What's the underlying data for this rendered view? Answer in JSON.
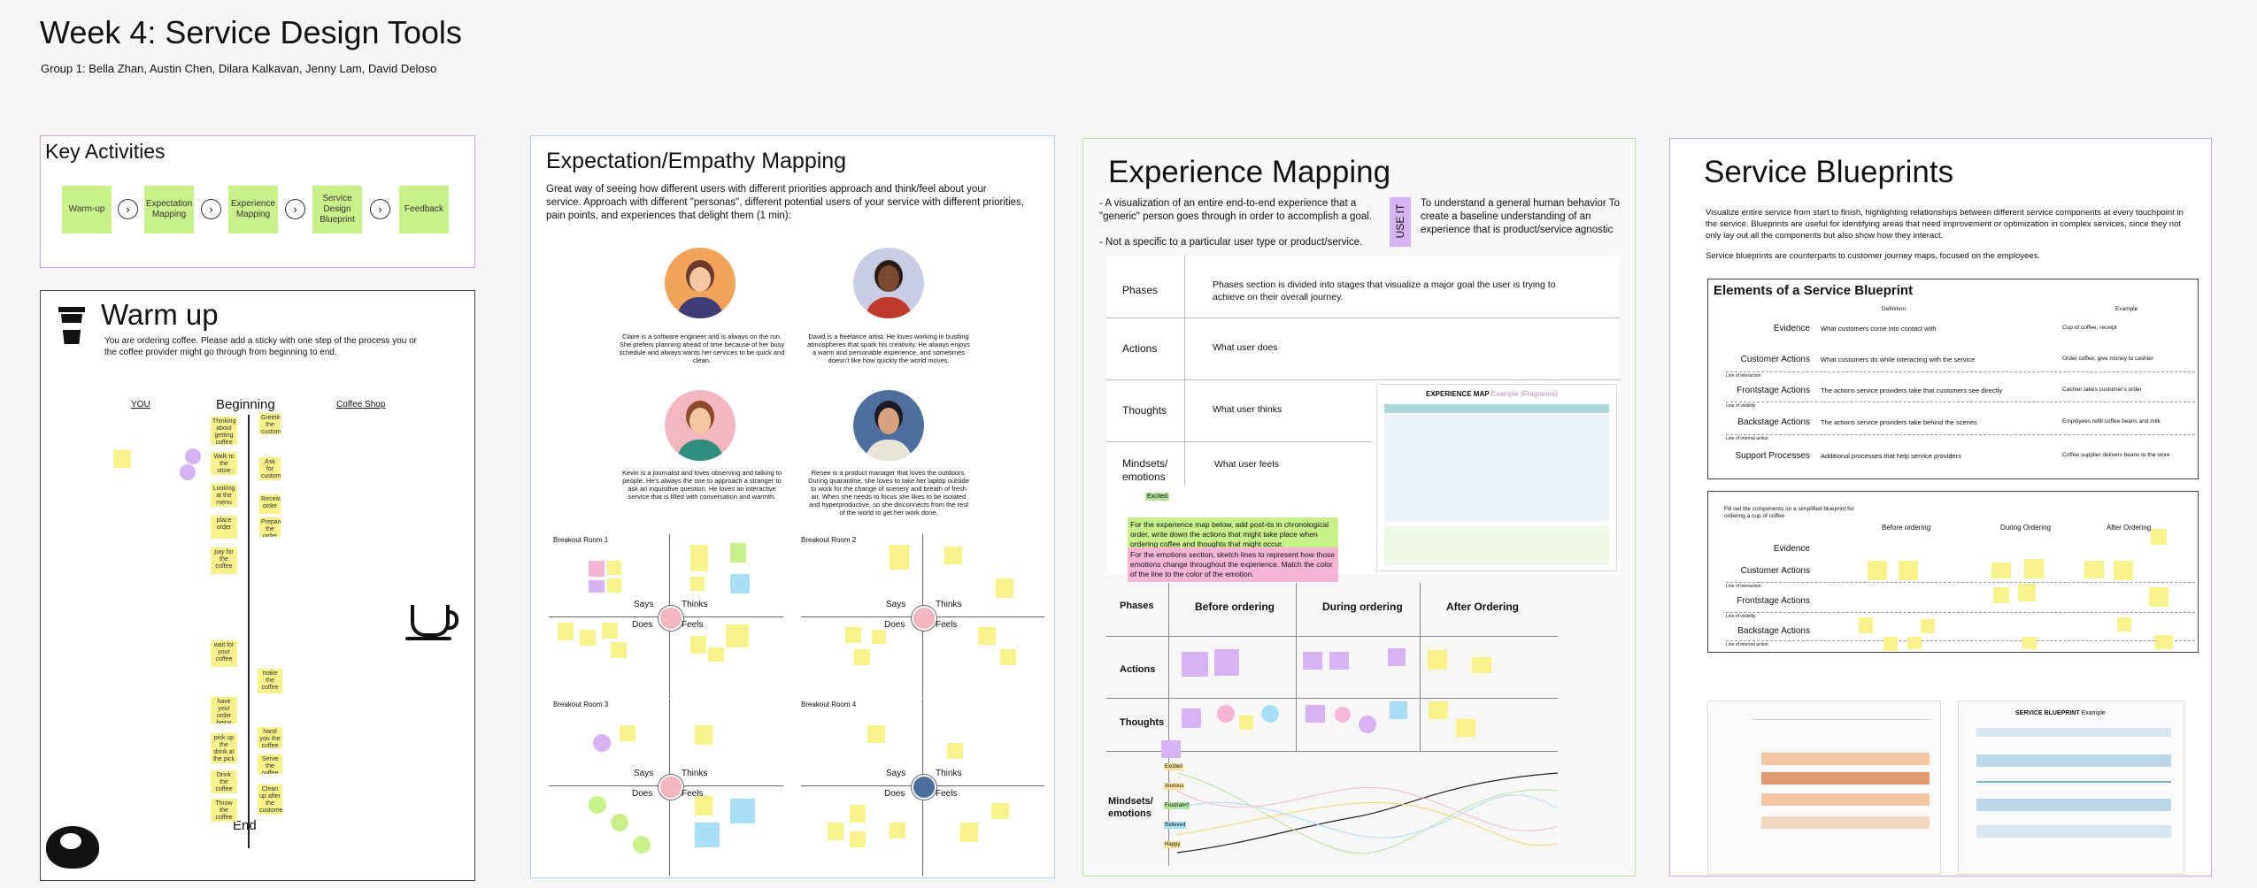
{
  "page": {
    "title": "Week 4: Service Design Tools",
    "group": "Group 1: Bella Zhan, Austin Chen, Dilara Kalkavan, Jenny Lam, David Deloso"
  },
  "key_activities": {
    "title": "Key Activities",
    "steps": [
      "Warm-up",
      "Expectation Mapping",
      "Experience Mapping",
      "Service Design Blueprint",
      "Feedback"
    ]
  },
  "warmup": {
    "title": "Warm up",
    "description": "You are ordering coffee. Please add a sticky with one step of the process you or the coffee provider might go through from beginning to end.",
    "you_label": "YOU",
    "shop_label": "Coffee Shop",
    "beginning_label": "Beginning",
    "end_label": "End",
    "center_stickies": [
      "Thinking about getting coffee",
      "Walk to the store",
      "Looking at the menu",
      "place order",
      "pay for the coffee",
      "wait for your coffee",
      "have your order being confirmed",
      "pick up the drink at the pick up/the order bar",
      "Drink the coffee",
      "Throw the coffee cup"
    ],
    "shop_stickies": [
      "Greeting the customer",
      "Ask for customer's preference",
      "Receive order",
      "Prepare the order",
      "make the coffee",
      "hand you the coffee",
      "Serve the coffee",
      "Clean up after the customer"
    ]
  },
  "expectation": {
    "title": "Expectation/Empathy Mapping",
    "description": "Great way of seeing how different users with different priorities approach and think/feel about your service. Approach with different \"personas\", different potential users of your service with different priorities, pain points, and experiences that delight them (1 min):",
    "personas": [
      {
        "name": "Claire",
        "text": "Claire is a software engineer and is always on the run. She prefers planning ahead of time because of her busy schedule and always wants her services to be quick and clean."
      },
      {
        "name": "David",
        "text": "David is a freelance artist. He loves working in bustling atmospheres that spark his creativity. He always enjoys a warm and personable experience, and sometimes doesn't like how quickly the world moves."
      },
      {
        "name": "Kevin",
        "text": "Kevin is a journalist and loves observing and talking to people. He's always the one to approach a stranger to ask an inquisitive question. He loves an interactive service that is filled with conversation and warmth."
      },
      {
        "name": "Renee",
        "text": "Renee is a product manager that loves the outdoors. During quarantine, she loves to take her laptop outside to work for the change of scenery and breath of fresh air. When she needs to focus she likes to be isolated and hyperproductive, so she disconnects from the rest of the world to get her work done."
      }
    ],
    "rooms": [
      "Breakout Room 1",
      "Breakout Room 2",
      "Breakout Room 3",
      "Breakout Room 4"
    ],
    "quadrants": {
      "says": "Says",
      "thinks": "Thinks",
      "does": "Does",
      "feels": "Feels"
    }
  },
  "experience": {
    "title": "Experience Mapping",
    "desc1": "- A visualization of an entire end-to-end experience that a \"generic\" person goes through in order to accomplish a goal.",
    "desc2": "- Not a specific to a particular user type or product/service.",
    "use_it_label": "USE IT",
    "use_it_text": "To understand a general human behavior To create a baseline understanding of an experience that is product/service agnostic",
    "rows": [
      {
        "label": "Phases",
        "text": "Phases section is divided into stages that visualize a major goal the user is trying to achieve on their overall journey."
      },
      {
        "label": "Actions",
        "text": "What user does"
      },
      {
        "label": "Thoughts",
        "text": "What user thinks"
      },
      {
        "label": "Mindsets/ emotions",
        "text": "What user feels"
      }
    ],
    "example_title": "EXPERIENCE MAP",
    "example_sub": "Example (Fragrance)",
    "note_green": "For the experience map below, add post-its in chronological order, write down the actions that might take place when ordering coffee and thoughts that might occur.",
    "note_pink": "For the emotions section, sketch lines to represent how those emotions change throughout the experience. Match the color of the line to the color of the emotion.",
    "table_phases_label": "Phases",
    "table_cols": [
      "Before ordering",
      "During ordering",
      "After Ordering"
    ],
    "table_rows": [
      "Actions",
      "Thoughts",
      "Mindsets/ emotions"
    ],
    "emotions": [
      "Excited",
      "Anxious",
      "Frustrated",
      "Relieved",
      "Happy"
    ]
  },
  "blueprint": {
    "title": "Service Blueprints",
    "desc1": "Visualize entire service from start to finish, highlighting relationships between different service components at every touchpoint in the service. Blueprints are useful for identifying areas that need improvement or optimization in complex services, since they not only lay out all the components but also show how they interact.",
    "desc2": "Service blueprints are counterparts to customer journey maps, focused on the employees.",
    "elements_title": "Elements of a Service Blueprint",
    "col_definition": "Definition",
    "col_example": "Example",
    "elements": [
      {
        "name": "Evidence",
        "def": "What customers come into contact with",
        "ex": "Cup of coffee, receipt"
      },
      {
        "name": "Customer Actions",
        "def": "What customers do while interacting with the service",
        "ex": "Order coffee, give money to cashier"
      },
      {
        "name": "Frontstage Actions",
        "def": "The actions service providers take that customers see directly",
        "ex": "Cashier takes customer's order"
      },
      {
        "name": "Backstage Actions",
        "def": "The actions service providers take behind the scenes",
        "ex": "Employees refill coffee beans and milk"
      },
      {
        "name": "Support Processes",
        "def": "Additional processes that help service providers",
        "ex": "Coffee supplier delivers beans to the store"
      }
    ],
    "lines": [
      "Line of interaction",
      "Line of visibility",
      "Line of internal action"
    ],
    "fill_note": "Fill out the components on a simplified blueprint for ordering a cup of coffee",
    "fill_cols": [
      "Before ordering",
      "During Ordering",
      "After Ordering"
    ],
    "example_title": "SERVICE BLUEPRINT",
    "example_sub": "Example"
  },
  "colors": {
    "sticky_yellow": "#f7f28a",
    "sticky_green": "#c8f08b",
    "sticky_purple": "#d6b3f2",
    "sticky_pink": "#f5b6d6",
    "sticky_blue": "#a9dff5",
    "frame_purple": "#c9a7f0",
    "frame_blue": "#a8d0f0",
    "frame_green": "#b6e39a"
  }
}
